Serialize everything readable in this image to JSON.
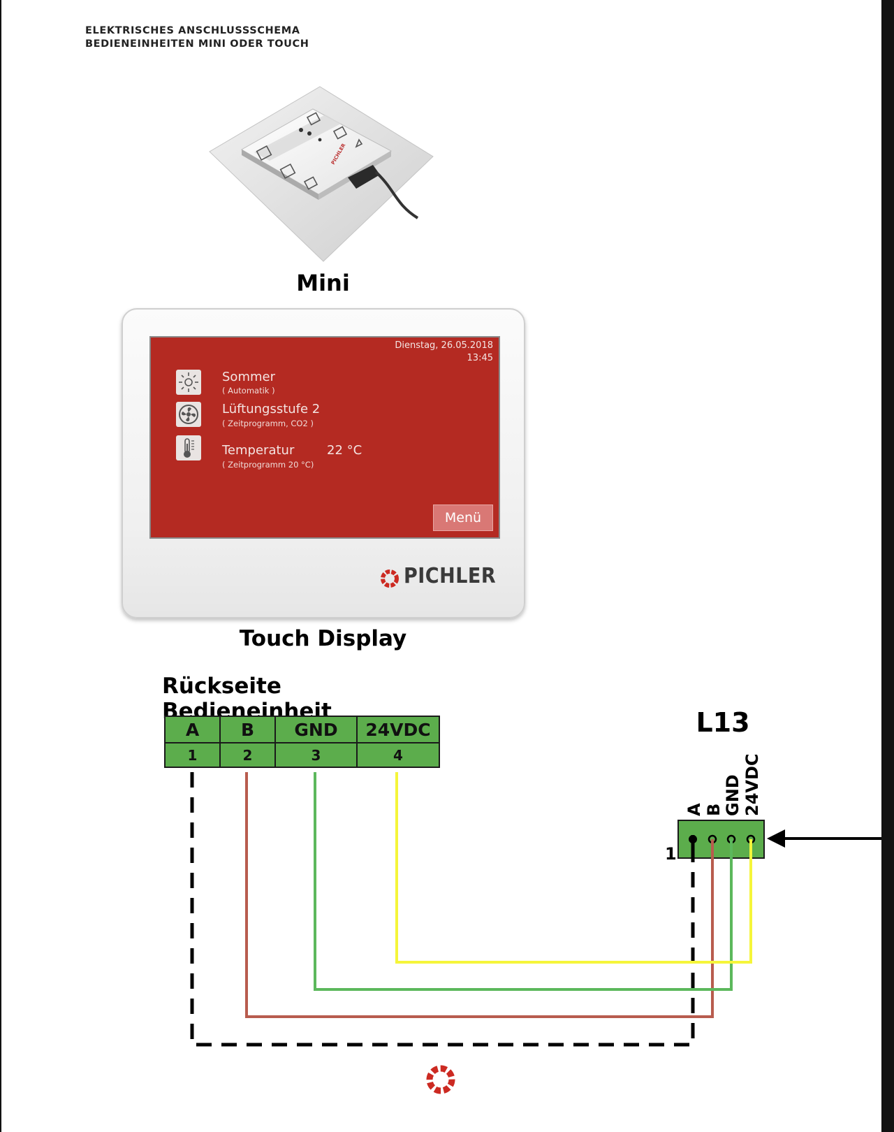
{
  "header": {
    "line1": "ELEKTRISCHES ANSCHLUSSSCHEMA",
    "line2": "BEDIENEINHEITEN MINI ODER TOUCH"
  },
  "captions": {
    "mini": "Mini",
    "touch": "Touch Display",
    "back": "Rückseite Bedieneinheit",
    "l13": "L13"
  },
  "mini_device": {
    "brand_mark": "PICHLER"
  },
  "touch_screen": {
    "date": "Dienstag, 26.05.2018",
    "time": "13:45",
    "rows": [
      {
        "icon": "sun-icon",
        "title": "Sommer",
        "sub": "( Automatik )",
        "value": ""
      },
      {
        "icon": "fan-icon",
        "title": "Lüftungsstufe 2",
        "sub": "( Zeitprogramm, CO2 )",
        "value": ""
      },
      {
        "icon": "thermometer-icon",
        "title": "Temperatur",
        "sub": "( Zeitprogramm 20 °C)",
        "value": "22 °C"
      }
    ],
    "menu_label": "Menü",
    "brand": "PICHLER",
    "screen_color": "#b42a22"
  },
  "terminal": {
    "labels": [
      "A",
      "B",
      "GND",
      "24VDC"
    ],
    "numbers": [
      "1",
      "2",
      "3",
      "4"
    ],
    "color": "#5cad4c"
  },
  "l13": {
    "pins": [
      "A",
      "B",
      "GND",
      "24VDC"
    ],
    "pin1": "1"
  },
  "wires": [
    {
      "signal": "A",
      "color": "#000000",
      "style": "dashed"
    },
    {
      "signal": "B",
      "color": "#b85c4e",
      "style": "solid"
    },
    {
      "signal": "GND",
      "color": "#5cb85c",
      "style": "solid"
    },
    {
      "signal": "24VDC",
      "color": "#f5f53a",
      "style": "solid"
    }
  ],
  "footer_logo": "pichler-logo-icon"
}
